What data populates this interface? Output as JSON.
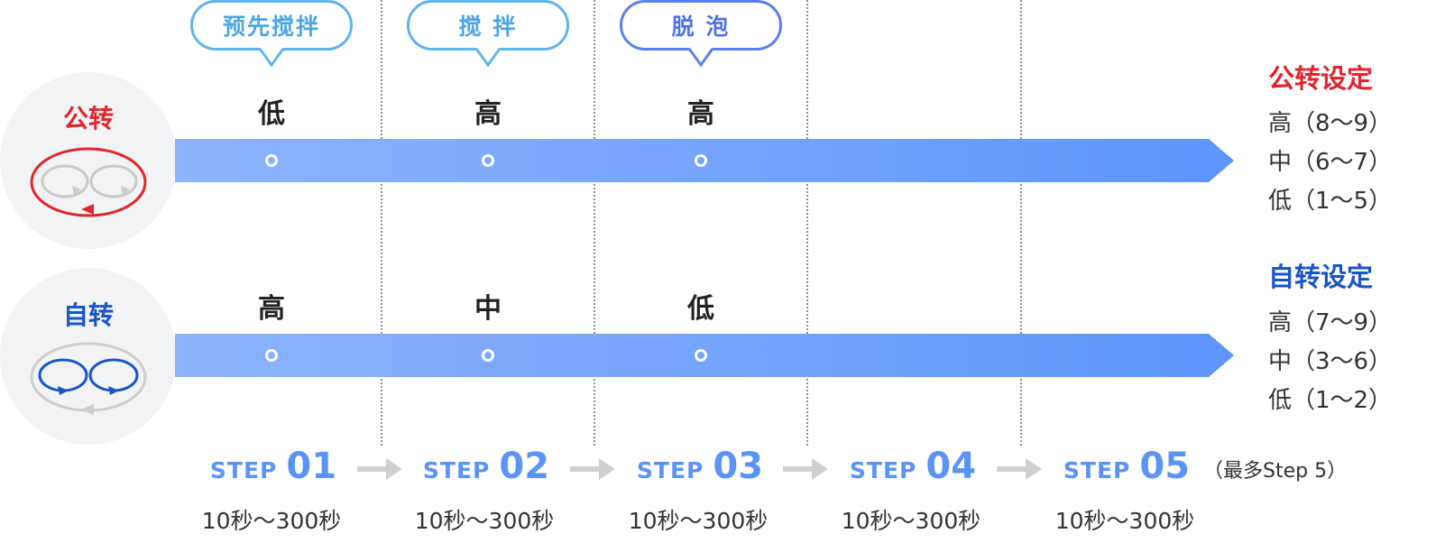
{
  "phases": [
    "预先搅拌",
    "搅 拌",
    "脱 泡"
  ],
  "revolution": {
    "label": "公转",
    "levels": [
      "低",
      "高",
      "高"
    ]
  },
  "rotation": {
    "label": "自转",
    "levels": [
      "高",
      "中",
      "低"
    ]
  },
  "steps": [
    {
      "word": "STEP",
      "num": "01",
      "duration": "10秒～300秒"
    },
    {
      "word": "STEP",
      "num": "02",
      "duration": "10秒～300秒"
    },
    {
      "word": "STEP",
      "num": "03",
      "duration": "10秒～300秒"
    },
    {
      "word": "STEP",
      "num": "04",
      "duration": "10秒～300秒"
    },
    {
      "word": "STEP",
      "num": "05",
      "duration": "10秒～300秒"
    }
  ],
  "max_note": "（最多Step 5）",
  "settings": {
    "revolution": {
      "title": "公转设定",
      "rows": [
        "高（8～9）",
        "中（6～7）",
        "低（1～5）"
      ]
    },
    "rotation": {
      "title": "自转设定",
      "rows": [
        "高（7～9）",
        "中（3～6）",
        "低（1～2）"
      ]
    }
  },
  "colors": {
    "revolution_red": "#e0262d",
    "rotation_blue": "#1a55c4",
    "bar_blue": "#6b9ffb",
    "step_blue": "#5b93f7",
    "bubble_1": "#5fb4ea",
    "bubble_3": "#5b7ff0"
  }
}
